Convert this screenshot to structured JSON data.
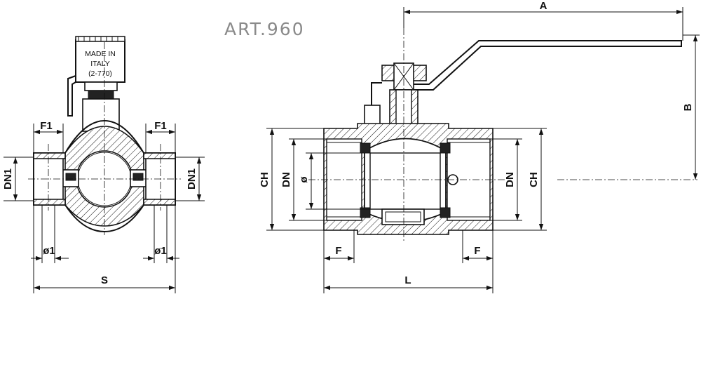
{
  "title": "ART.960",
  "tag": {
    "line1": "MADE IN",
    "line2": "ITALY",
    "line3": "(2-770)"
  },
  "dims": {
    "f1": "F1",
    "dn1": "DN1",
    "phi1": "ø1",
    "s": "S",
    "ch": "CH",
    "dn": "DN",
    "phi": "ø",
    "f": "F",
    "l": "L",
    "a": "A",
    "b": "B"
  }
}
